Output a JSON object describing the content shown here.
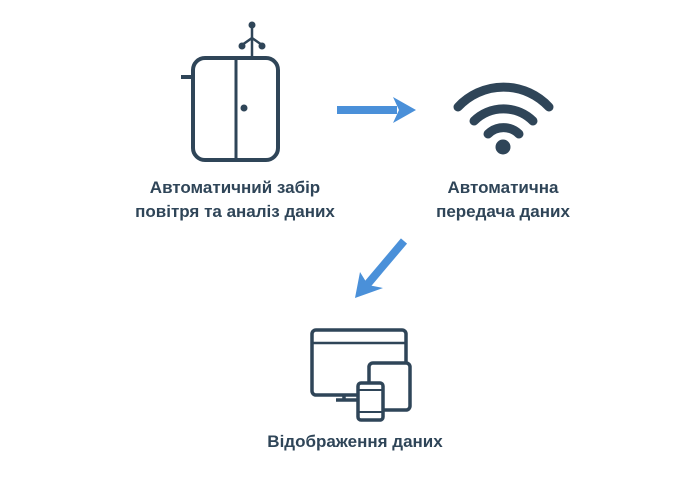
{
  "steps": [
    {
      "line1": "Автоматичний забір",
      "line2": "повітря та аналіз даних"
    },
    {
      "line1": "Автоматична",
      "line2": "передача даних"
    },
    {
      "line1": "Відображення даних"
    }
  ],
  "colors": {
    "icon": "#2f4558",
    "arrow": "#4a90d9"
  }
}
